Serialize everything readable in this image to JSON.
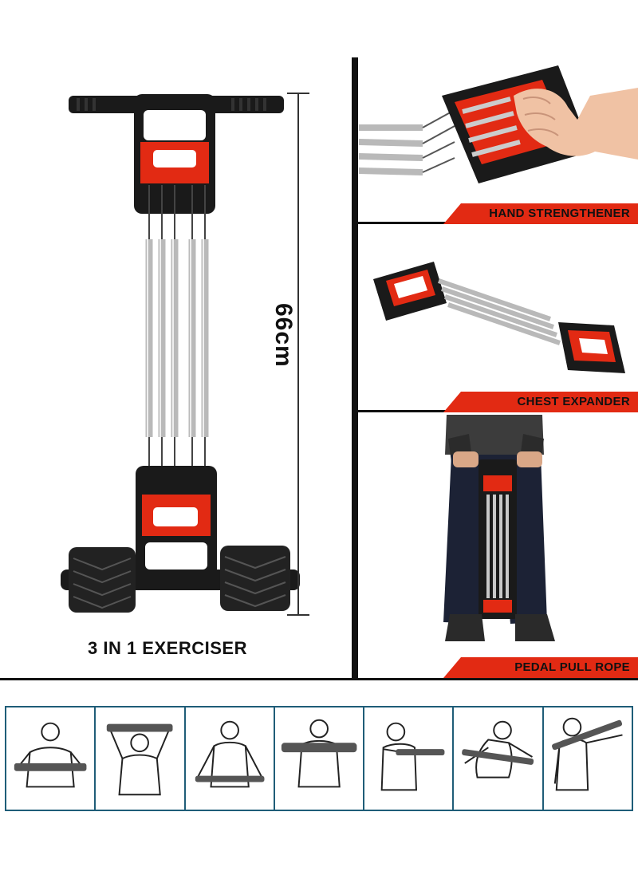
{
  "measurement": {
    "height_label": "66cm"
  },
  "main": {
    "caption": "3 IN 1 EXERCISER"
  },
  "callouts": [
    {
      "label": "HAND STRENGTHENER"
    },
    {
      "label": "CHEST EXPANDER"
    },
    {
      "label": "PEDAL PULL ROPE"
    }
  ],
  "colors": {
    "accent": "#e22a13",
    "handle": "#1a1a1a",
    "spring": "#c8c8c8",
    "frame": "#1f5d78"
  },
  "exercise_strip": {
    "poses": [
      "chest-pull-low",
      "overhead-pull",
      "waist-pull",
      "front-press",
      "side-row",
      "bent-over-pull",
      "lateral-pull"
    ]
  }
}
